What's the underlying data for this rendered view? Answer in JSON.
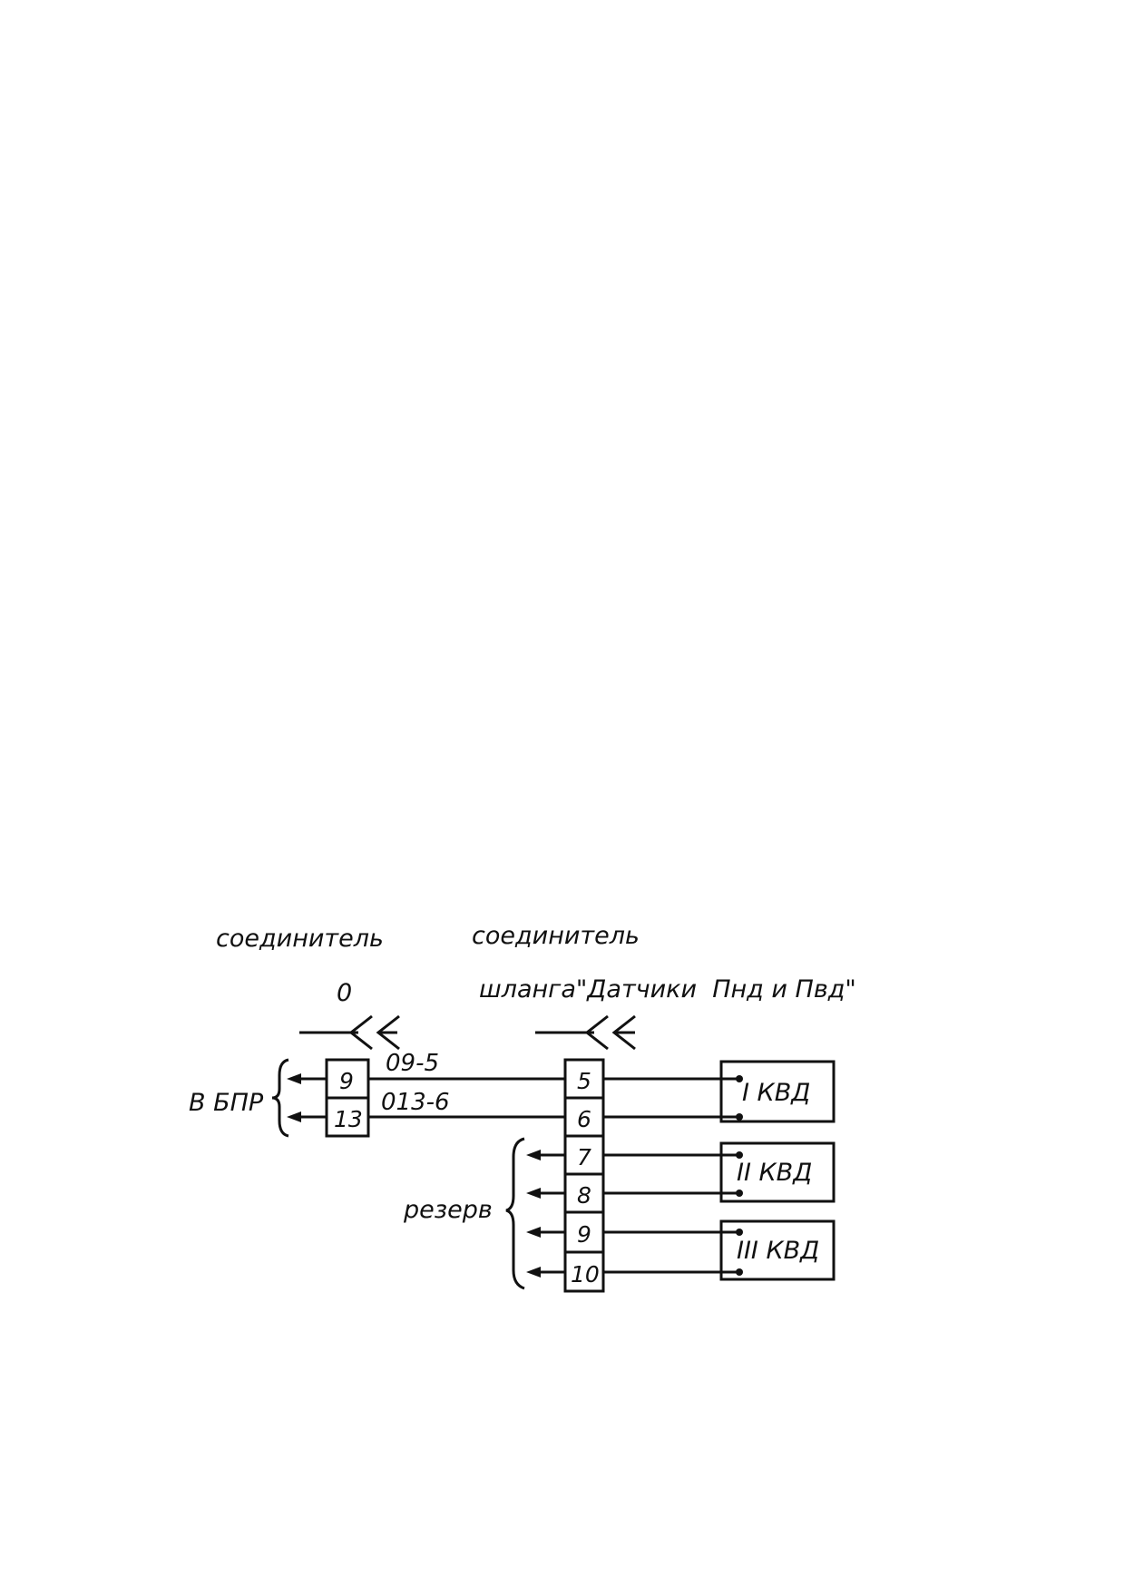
{
  "labels": {
    "left_connector_title": "соединитель",
    "left_connector_sub": "0",
    "right_connector_title": "соединитель",
    "right_connector_sub": "шланга\"Датчики  Пнд и Пвд\"",
    "to_bpr": "В БПР",
    "reserve": "резерв"
  },
  "left_pins": [
    "9",
    "13"
  ],
  "right_pins": [
    "5",
    "6",
    "7",
    "8",
    "9",
    "10"
  ],
  "wires": [
    "09-5",
    "013-6"
  ],
  "sensors": [
    "I КВД",
    "II КВД",
    "III КВД"
  ]
}
